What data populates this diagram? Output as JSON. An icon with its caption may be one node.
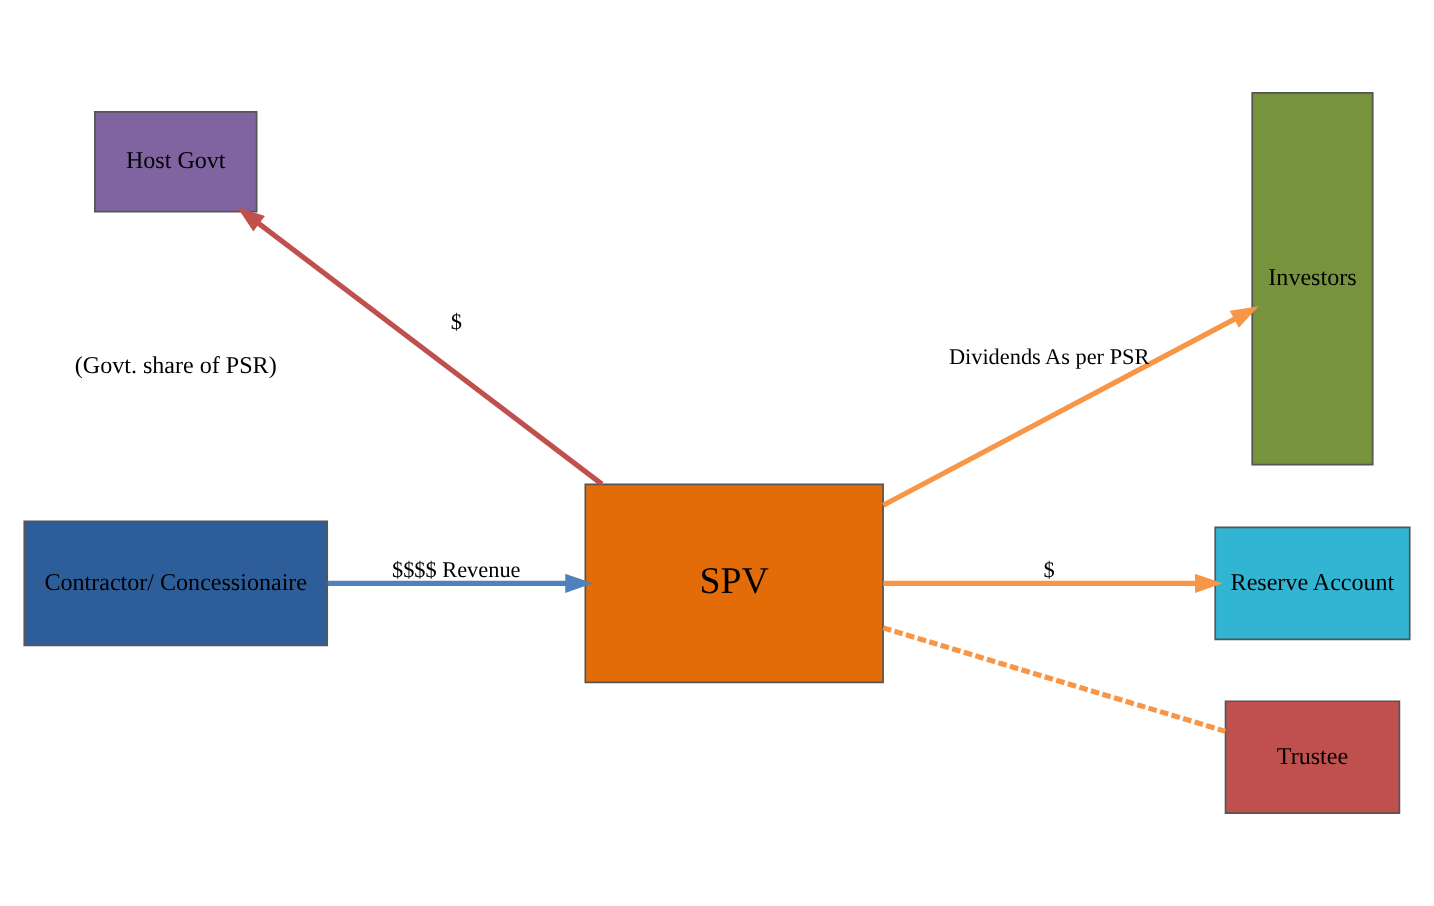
{
  "diagram": {
    "nodes": [
      {
        "text": [
          "Host Govt"
        ]
      },
      {
        "text": [
          "SPV"
        ]
      },
      {
        "text": [
          "Investors"
        ]
      },
      {
        "text": [
          "Contractor/ Concessionaire"
        ]
      },
      {
        "text": [
          "Reserve Account"
        ]
      },
      {
        "text": [
          "Trustee"
        ]
      }
    ],
    "edges": [
      {
        "from": 1,
        "to": 0,
        "arrow": "to",
        "label": "$",
        "color": "#c0504d"
      },
      {
        "from": 1,
        "to": 2,
        "arrow": "to",
        "label": "Dividends As per PSR"
      },
      {
        "from": 1,
        "to": 4,
        "arrow": "to",
        "label": "$"
      },
      {
        "from": 3,
        "to": 1,
        "arrow": "to",
        "label": "$$$$ Revenue",
        "color": "#4f81bd"
      },
      {
        "from": 1,
        "to": 5,
        "arrow": "none",
        "style": "dashed"
      }
    ],
    "labels": [
      "(Govt. share of PSR)"
    ]
  }
}
